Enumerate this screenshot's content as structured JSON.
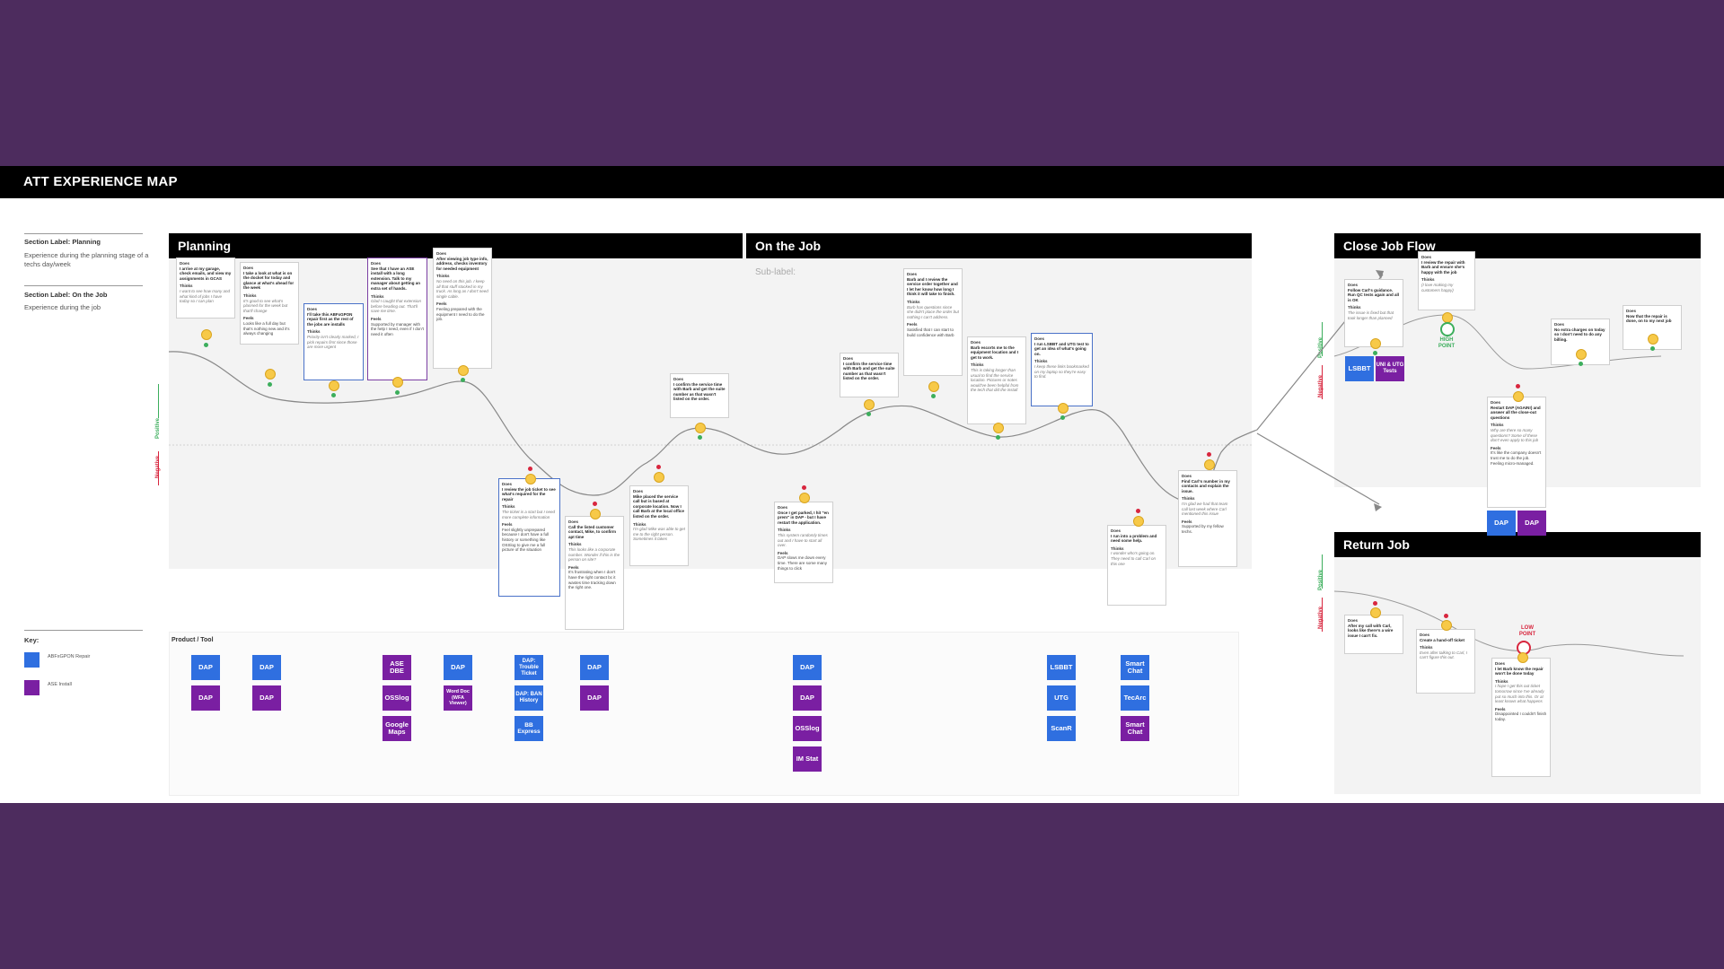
{
  "title": "ATT EXPERIENCE MAP",
  "legend": {
    "s1_label": "Section Label: Planning",
    "s1_desc": "Experience during the planning stage of a techs day/week",
    "s2_label": "Section Label: On the Job",
    "s2_desc": "Experience during the job",
    "key_label": "Key:",
    "key_blue": "ABFxGPON Repair",
    "key_purple": "ASE Install"
  },
  "panels": {
    "planning": "Planning",
    "on_job": "On the Job",
    "on_job_sub": "Sub-label:",
    "close": "Close Job Flow",
    "return": "Return Job"
  },
  "axis": {
    "positive": "Positive",
    "negative": "Negative"
  },
  "product_label": "Product / Tool",
  "colors": {
    "blue": "#2f6fe0",
    "purple": "#7a1fa2",
    "positive": "#3cae5c",
    "negative": "#d8263e",
    "header": "#000000",
    "frame": "#4d2c5e"
  },
  "cards": [
    {
      "does_label": "Does",
      "does": "I arrive at my garage, check emails, and view my assignments in GCAS",
      "thinks_label": "Thinks",
      "thinks": "I want to see how many and what kind of jobs I have today so I can plan"
    },
    {
      "does_label": "Does",
      "does": "I take a look at what is on the docket for today and glance at what's ahead for the week",
      "thinks_label": "Thinks",
      "thinks": "It's good to see what's planned for the week but that'll change",
      "feels_label": "Feels",
      "feels": "Looks like a full day but that's nothing new and it's always changing"
    },
    {
      "does_label": "Does",
      "does": "I'll take this ABFxGPON repair first as the rest of the jobs are installs",
      "thinks_label": "Thinks",
      "thinks": "Priority isn't clearly marked, I pick repairs first since those are more urgent"
    },
    {
      "does_label": "Does",
      "does": "See that I have an ASE install with a long extension. Talk to my manager about getting an extra set of hands.",
      "thinks_label": "Thinks",
      "thinks": "Glad I caught that extension before heading out. That'll save me time.",
      "feels_label": "Feels",
      "feels": "Supported by manager with the help I need, even if I don't need it often"
    },
    {
      "does_label": "Does",
      "does": "After viewing job type info, address, checks inventory for needed equipment",
      "thinks_label": "Thinks",
      "thinks": "No need on this job. I keep all that stuff stocked in my truck. As long as I don't need single cable.",
      "feels_label": "Feels",
      "feels": "Feeling prepared with the equipment I need to do the job."
    },
    {
      "does_label": "Does",
      "does": "I review the job ticket to see what's required for the repair",
      "thinks_label": "Thinks",
      "thinks": "The ticket is a start but I need more complete information",
      "feels_label": "Feels",
      "feels": "Feel slightly unprepared because I don't have a full history or something like OSSlog to give me a full picture of the situation"
    },
    {
      "does_label": "Does",
      "does": "Call the listed customer contact, Mike, to confirm apt time",
      "thinks_label": "Thinks",
      "thinks": "This looks like a corporate number. Wonder if this is the person on site?",
      "feels_label": "Feels",
      "feels": "It's frustrating when I don't have the right contact bc it wastes time tracking down the right one."
    },
    {
      "does_label": "Does",
      "does": "Mike placed the service call but is based at corporate location. Now I call Barb at the local office listed on the order.",
      "thinks_label": "Thinks",
      "thinks": "I'm glad Mike was able to get me to the right person. Sometimes it takes"
    },
    {
      "does_label": "Does",
      "does": "I confirm the service time with Barb and get the suite number as that wasn't listed on the order."
    },
    {
      "does_label": "Does",
      "does": "Once I get parked, I hit \"en prem\" in DAP - but I have restart the application.",
      "thinks_label": "Thinks",
      "thinks": "This system randomly times out and I have to start all over.",
      "feels_label": "Feels",
      "feels": "DAP slows me down every time. There are some many things to click"
    },
    {
      "does_label": "Does",
      "does": "I confirm the service time with Barb and get the suite number as that wasn't listed on the order."
    },
    {
      "does_label": "Does",
      "does": "Barb and I review the service order together and I let her know how long I think it will take to finish.",
      "thinks_label": "Thinks",
      "thinks": "Barb has questions since she didn't place the order but nothing I can't address.",
      "feels_label": "Feels",
      "feels": "Satisfied that I can start to build confidence with Barb"
    },
    {
      "does_label": "Does",
      "does": "Barb escorts me to the equipment location and I get to work.",
      "thinks_label": "Thinks",
      "thinks": "This is taking longer than usual to find the service location. Pictures or notes would've been helpful from the tech that did the install"
    },
    {
      "does_label": "Does",
      "does": "I run LSBBT and UTG test to get an idea of what's going on.",
      "thinks_label": "Thinks",
      "thinks": "I keep these links bookmarked on my laptop so they're easy to find."
    },
    {
      "does_label": "Does",
      "does": "I run into a problem and need some help.",
      "thinks_label": "Thinks",
      "thinks": "I wonder who's going on. They need to call Carl on this one"
    },
    {
      "does_label": "Does",
      "does": "Find Carl's number in my contacts and explain the issue.",
      "thinks_label": "Thinks",
      "thinks": "I'm glad we had that team call last week where Carl mentioned this issue",
      "feels_label": "Feels",
      "feels": "Supported by my fellow techs."
    },
    {
      "does_label": "Does",
      "does": "Follow Carl's guidance. Run QC tests again and all is OK",
      "thinks_label": "Thinks",
      "thinks": "The issue is fixed but that took longer than planned"
    },
    {
      "does_label": "Does",
      "does": "I review the repair with Barb and ensure she's happy with the job",
      "thinks_label": "Thinks",
      "thinks": "(I love making my customers happy)"
    },
    {
      "does_label": "Does",
      "does": "No extra charges on today so I don't need to do any billing."
    },
    {
      "does_label": "Does",
      "does": "Now that the repair is done, on to my next job"
    },
    {
      "does_label": "Does",
      "does": "Restart DAP (AGAIN!) and answer all the close-out questions",
      "thinks_label": "Thinks",
      "thinks": "Why are there so many questions? Some of these don't even apply to this job",
      "feels_label": "Feels",
      "feels": "It's like the company doesn't trust me to do the job. Feeling micro-managed."
    },
    {
      "does_label": "Does",
      "does": "After my call with Carl, looks like there's a wire issue I can't fix."
    },
    {
      "does_label": "Does",
      "does": "Create a hand-off ticket",
      "thinks_label": "Thinks",
      "thinks": "Even after talking to Carl, I can't figure this out."
    },
    {
      "does_label": "Does",
      "does": "I let Barb know the repair won't be done today",
      "thinks_label": "Thinks",
      "thinks": "I hope I get this out ticket tomorrow since I've already put so much into this. Or at least knows what happens",
      "feels_label": "Feels",
      "feels": "Disappointed I couldn't finish today."
    }
  ],
  "points": {
    "high": "HIGH POINT",
    "low": "LOW POINT"
  },
  "close_tiles": [
    "LSBBT",
    "UNI & UTG Tests",
    "DAP",
    "DAP"
  ],
  "tools": {
    "c1": [
      "DAP",
      "DAP"
    ],
    "c2": [
      "DAP",
      "DAP"
    ],
    "c3": [
      "ASE DBE",
      "OSSlog",
      "Google Maps"
    ],
    "c4": [
      "DAP",
      "Word Doc (WFA Viewer)"
    ],
    "c5": [
      "DAP: Trouble Ticket",
      "DAP: BAN History",
      "BB Express"
    ],
    "c6": [
      "DAP",
      "DAP"
    ],
    "c7": [
      "DAP",
      "DAP",
      "OSSlog",
      "IM Stat"
    ],
    "c8": [
      "LSBBT",
      "UTG",
      "ScanR"
    ],
    "c9": [
      "Smart Chat",
      "TecArc",
      "Smart Chat"
    ]
  }
}
